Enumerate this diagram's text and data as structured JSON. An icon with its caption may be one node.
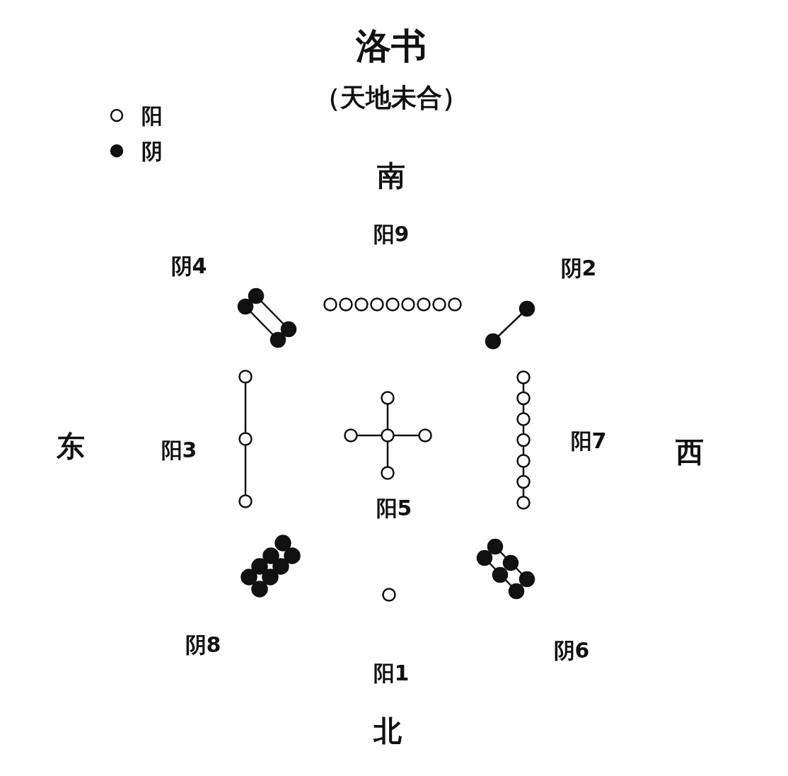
{
  "diagram": {
    "title": "洛书",
    "labels": [
      "（天地未合）",
      "南",
      "阳9",
      "阴4",
      "阴2",
      "东",
      "阳3",
      "阳7",
      "西",
      "阳5",
      "阴8",
      "阴6",
      "阳1",
      "北"
    ],
    "legend": [
      {
        "text": "阳"
      },
      {
        "text": "阴"
      }
    ]
  }
}
